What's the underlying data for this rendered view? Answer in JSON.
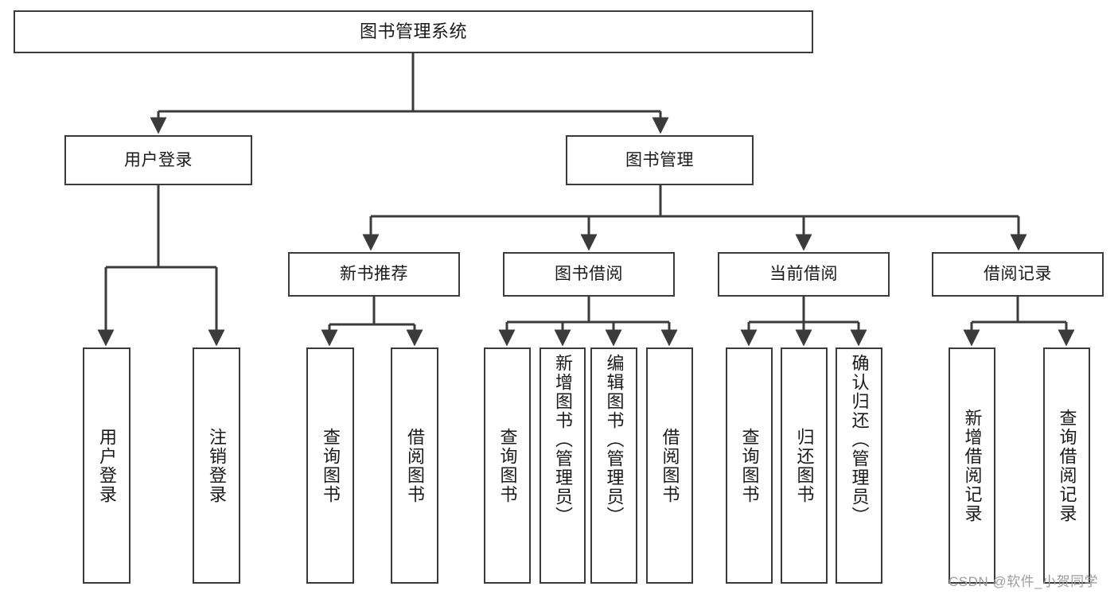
{
  "diagram": {
    "title": "图书管理系统",
    "type": "hierarchy-tree",
    "theme": {
      "box_border": "#3b3b3b",
      "box_fill": "#ffffff",
      "line": "#3b3b3b",
      "text": "#1a1a1a",
      "watermark": "#9d9d9d"
    },
    "nodes": {
      "root": {
        "label": "图书管理系统",
        "level": 0,
        "orientation": "horizontal"
      },
      "l1": [
        {
          "id": "user-login",
          "label": "用户登录",
          "level": 1,
          "orientation": "horizontal"
        },
        {
          "id": "book-manage",
          "label": "图书管理",
          "level": 1,
          "orientation": "horizontal"
        }
      ],
      "l2": [
        {
          "id": "new-book-recommend",
          "label": "新书推荐",
          "level": 2,
          "orientation": "horizontal"
        },
        {
          "id": "book-borrow",
          "label": "图书借阅",
          "level": 2,
          "orientation": "horizontal"
        },
        {
          "id": "current-borrow",
          "label": "当前借阅",
          "level": 2,
          "orientation": "horizontal"
        },
        {
          "id": "borrow-record",
          "label": "借阅记录",
          "level": 2,
          "orientation": "horizontal"
        }
      ],
      "leaves": [
        {
          "id": "leaf-user-login",
          "label": "用户登录",
          "parent": "user-login",
          "orientation": "vertical"
        },
        {
          "id": "leaf-user-logout",
          "label": "注销登录",
          "parent": "user-login",
          "orientation": "vertical"
        },
        {
          "id": "leaf-query-book-rec",
          "label": "查询图书",
          "parent": "new-book-recommend",
          "orientation": "vertical"
        },
        {
          "id": "leaf-borrow-book-rec",
          "label": "借阅图书",
          "parent": "new-book-recommend",
          "orientation": "vertical"
        },
        {
          "id": "leaf-query-book-borrow",
          "label": "查询图书",
          "parent": "book-borrow",
          "orientation": "vertical"
        },
        {
          "id": "leaf-add-book-admin",
          "label": "新增图书（管理员）",
          "parent": "book-borrow",
          "orientation": "vertical"
        },
        {
          "id": "leaf-edit-book-admin",
          "label": "编辑图书（管理员）",
          "parent": "book-borrow",
          "orientation": "vertical"
        },
        {
          "id": "leaf-borrow-book",
          "label": "借阅图书",
          "parent": "book-borrow",
          "orientation": "vertical"
        },
        {
          "id": "leaf-query-book-cur",
          "label": "查询图书",
          "parent": "current-borrow",
          "orientation": "vertical"
        },
        {
          "id": "leaf-return-book",
          "label": "归还图书",
          "parent": "current-borrow",
          "orientation": "vertical"
        },
        {
          "id": "leaf-confirm-return-admin",
          "label": "确认归还（管理员）",
          "parent": "current-borrow",
          "orientation": "vertical"
        },
        {
          "id": "leaf-add-borrow-record",
          "label": "新增借阅记录",
          "parent": "borrow-record",
          "orientation": "vertical"
        },
        {
          "id": "leaf-query-borrow-record",
          "label": "查询借阅记录",
          "parent": "borrow-record",
          "orientation": "vertical"
        }
      ]
    },
    "watermark": "CSDN @软件_小贺同学"
  }
}
